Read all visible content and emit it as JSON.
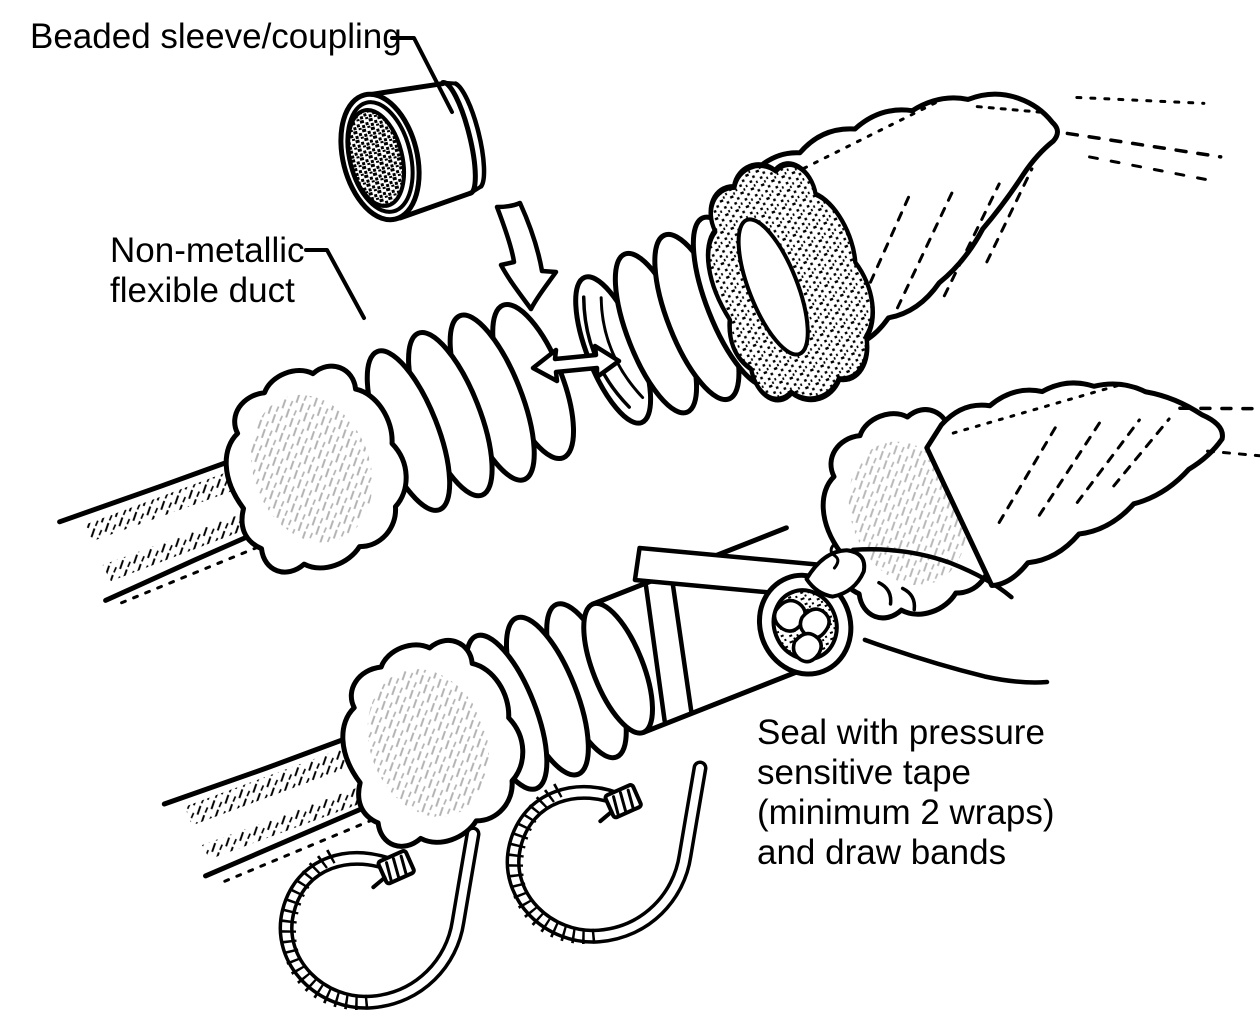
{
  "figure": {
    "background": "#ffffff",
    "ink": "#000000"
  },
  "labels": {
    "beaded_sleeve": {
      "text": "Beaded sleeve/coupling"
    },
    "flexible_duct": {
      "lines": [
        "Non-metallic",
        "flexible duct"
      ]
    },
    "seal_instructions": {
      "lines": [
        "Seal with pressure",
        "sensitive tape",
        "(minimum 2 wraps)",
        "and draw bands"
      ]
    }
  }
}
